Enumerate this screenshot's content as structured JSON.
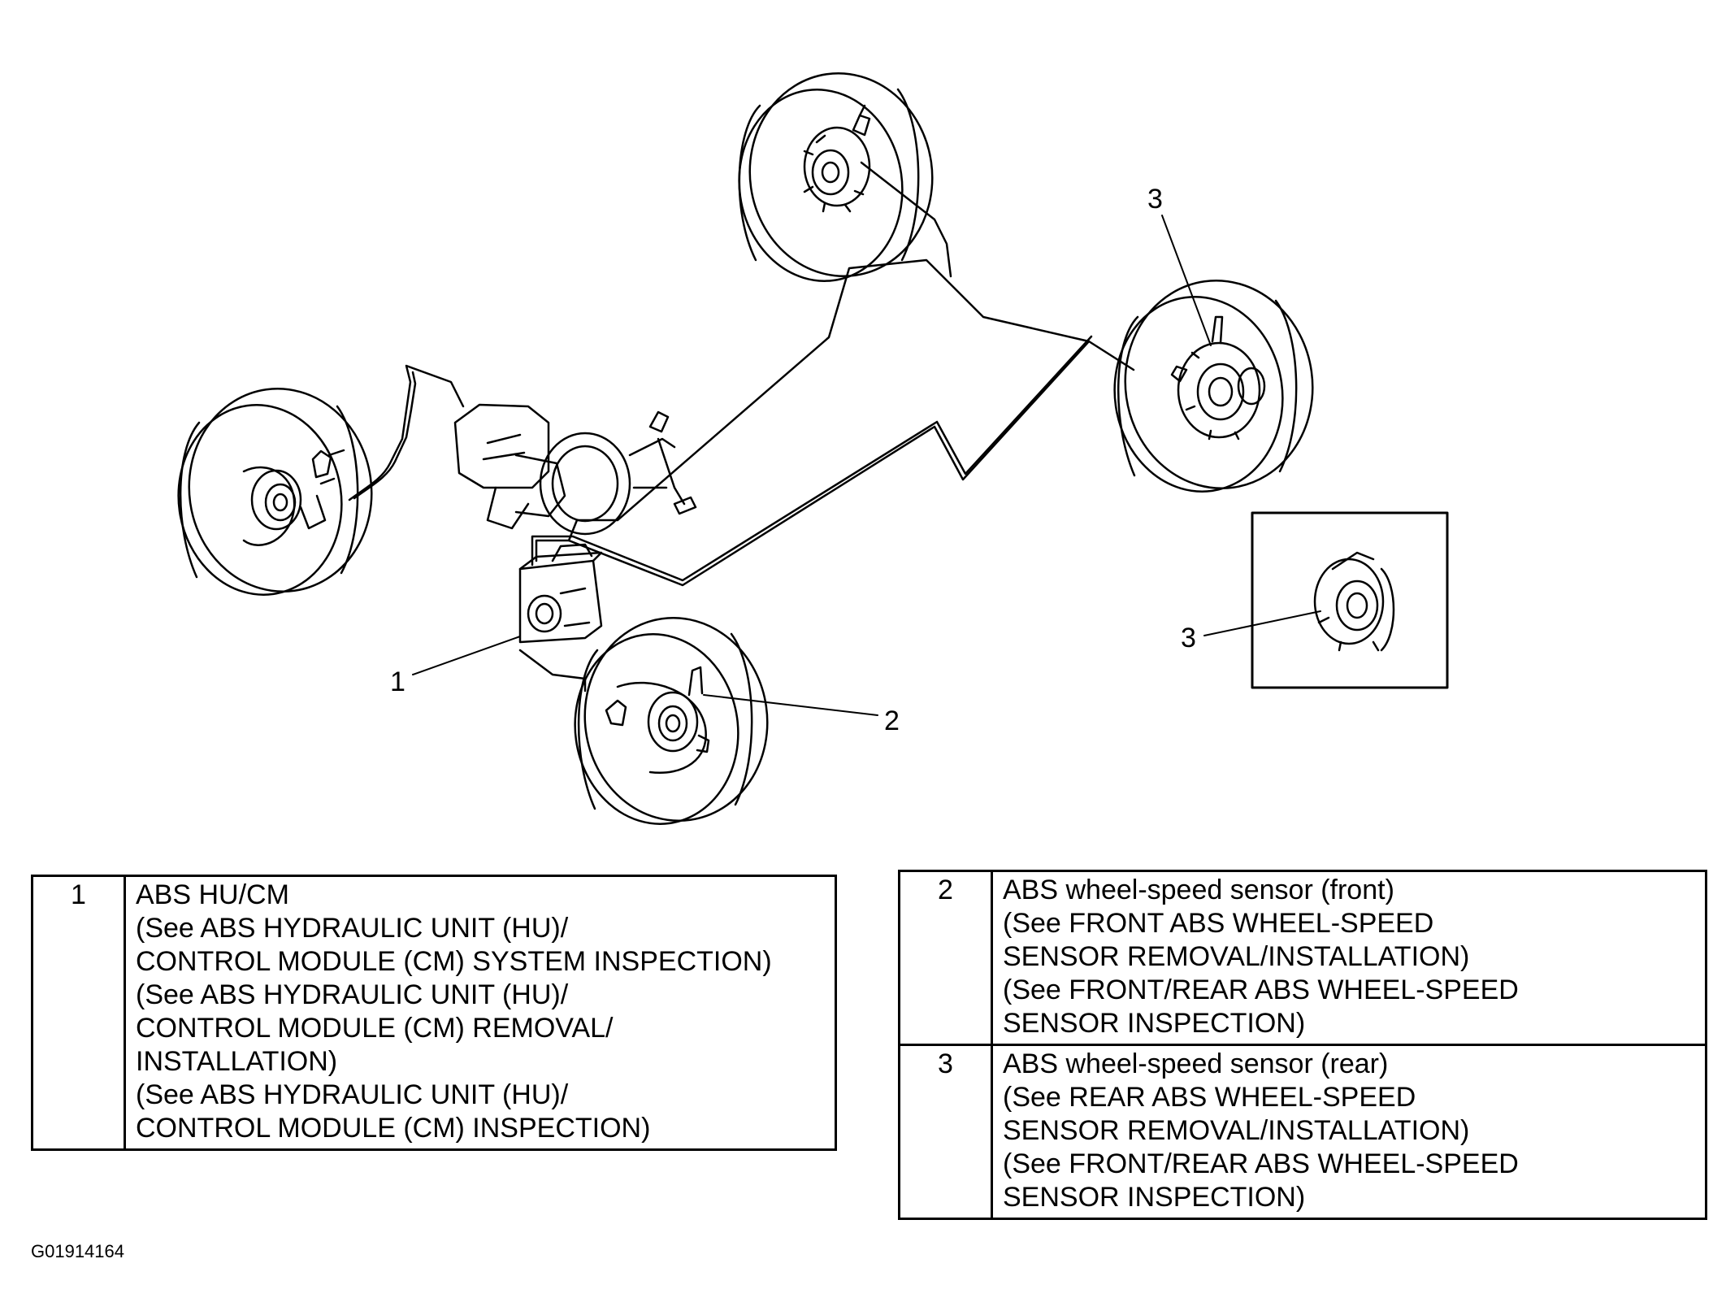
{
  "callouts": [
    "1",
    "2",
    "3",
    "3"
  ],
  "legend_left": [
    {
      "num": "1",
      "lines": [
        "ABS HU/CM",
        "(See ABS HYDRAULIC UNIT (HU)/",
        "CONTROL MODULE (CM) SYSTEM INSPECTION)",
        "(See ABS HYDRAULIC UNIT (HU)/",
        "CONTROL MODULE (CM) REMOVAL/",
        "INSTALLATION)",
        "(See ABS HYDRAULIC UNIT (HU)/",
        "CONTROL MODULE (CM) INSPECTION)"
      ]
    }
  ],
  "legend_right": [
    {
      "num": "2",
      "lines": [
        "ABS wheel-speed sensor (front)",
        "(See FRONT ABS WHEEL-SPEED",
        "SENSOR REMOVAL/INSTALLATION)",
        "(See FRONT/REAR ABS WHEEL-SPEED",
        "SENSOR INSPECTION)"
      ]
    },
    {
      "num": "3",
      "lines": [
        "ABS wheel-speed sensor (rear)",
        "(See REAR ABS WHEEL-SPEED",
        "SENSOR REMOVAL/INSTALLATION)",
        "(See FRONT/REAR ABS WHEEL-SPEED",
        "SENSOR INSPECTION)"
      ]
    }
  ],
  "figure_id": "G01914164"
}
